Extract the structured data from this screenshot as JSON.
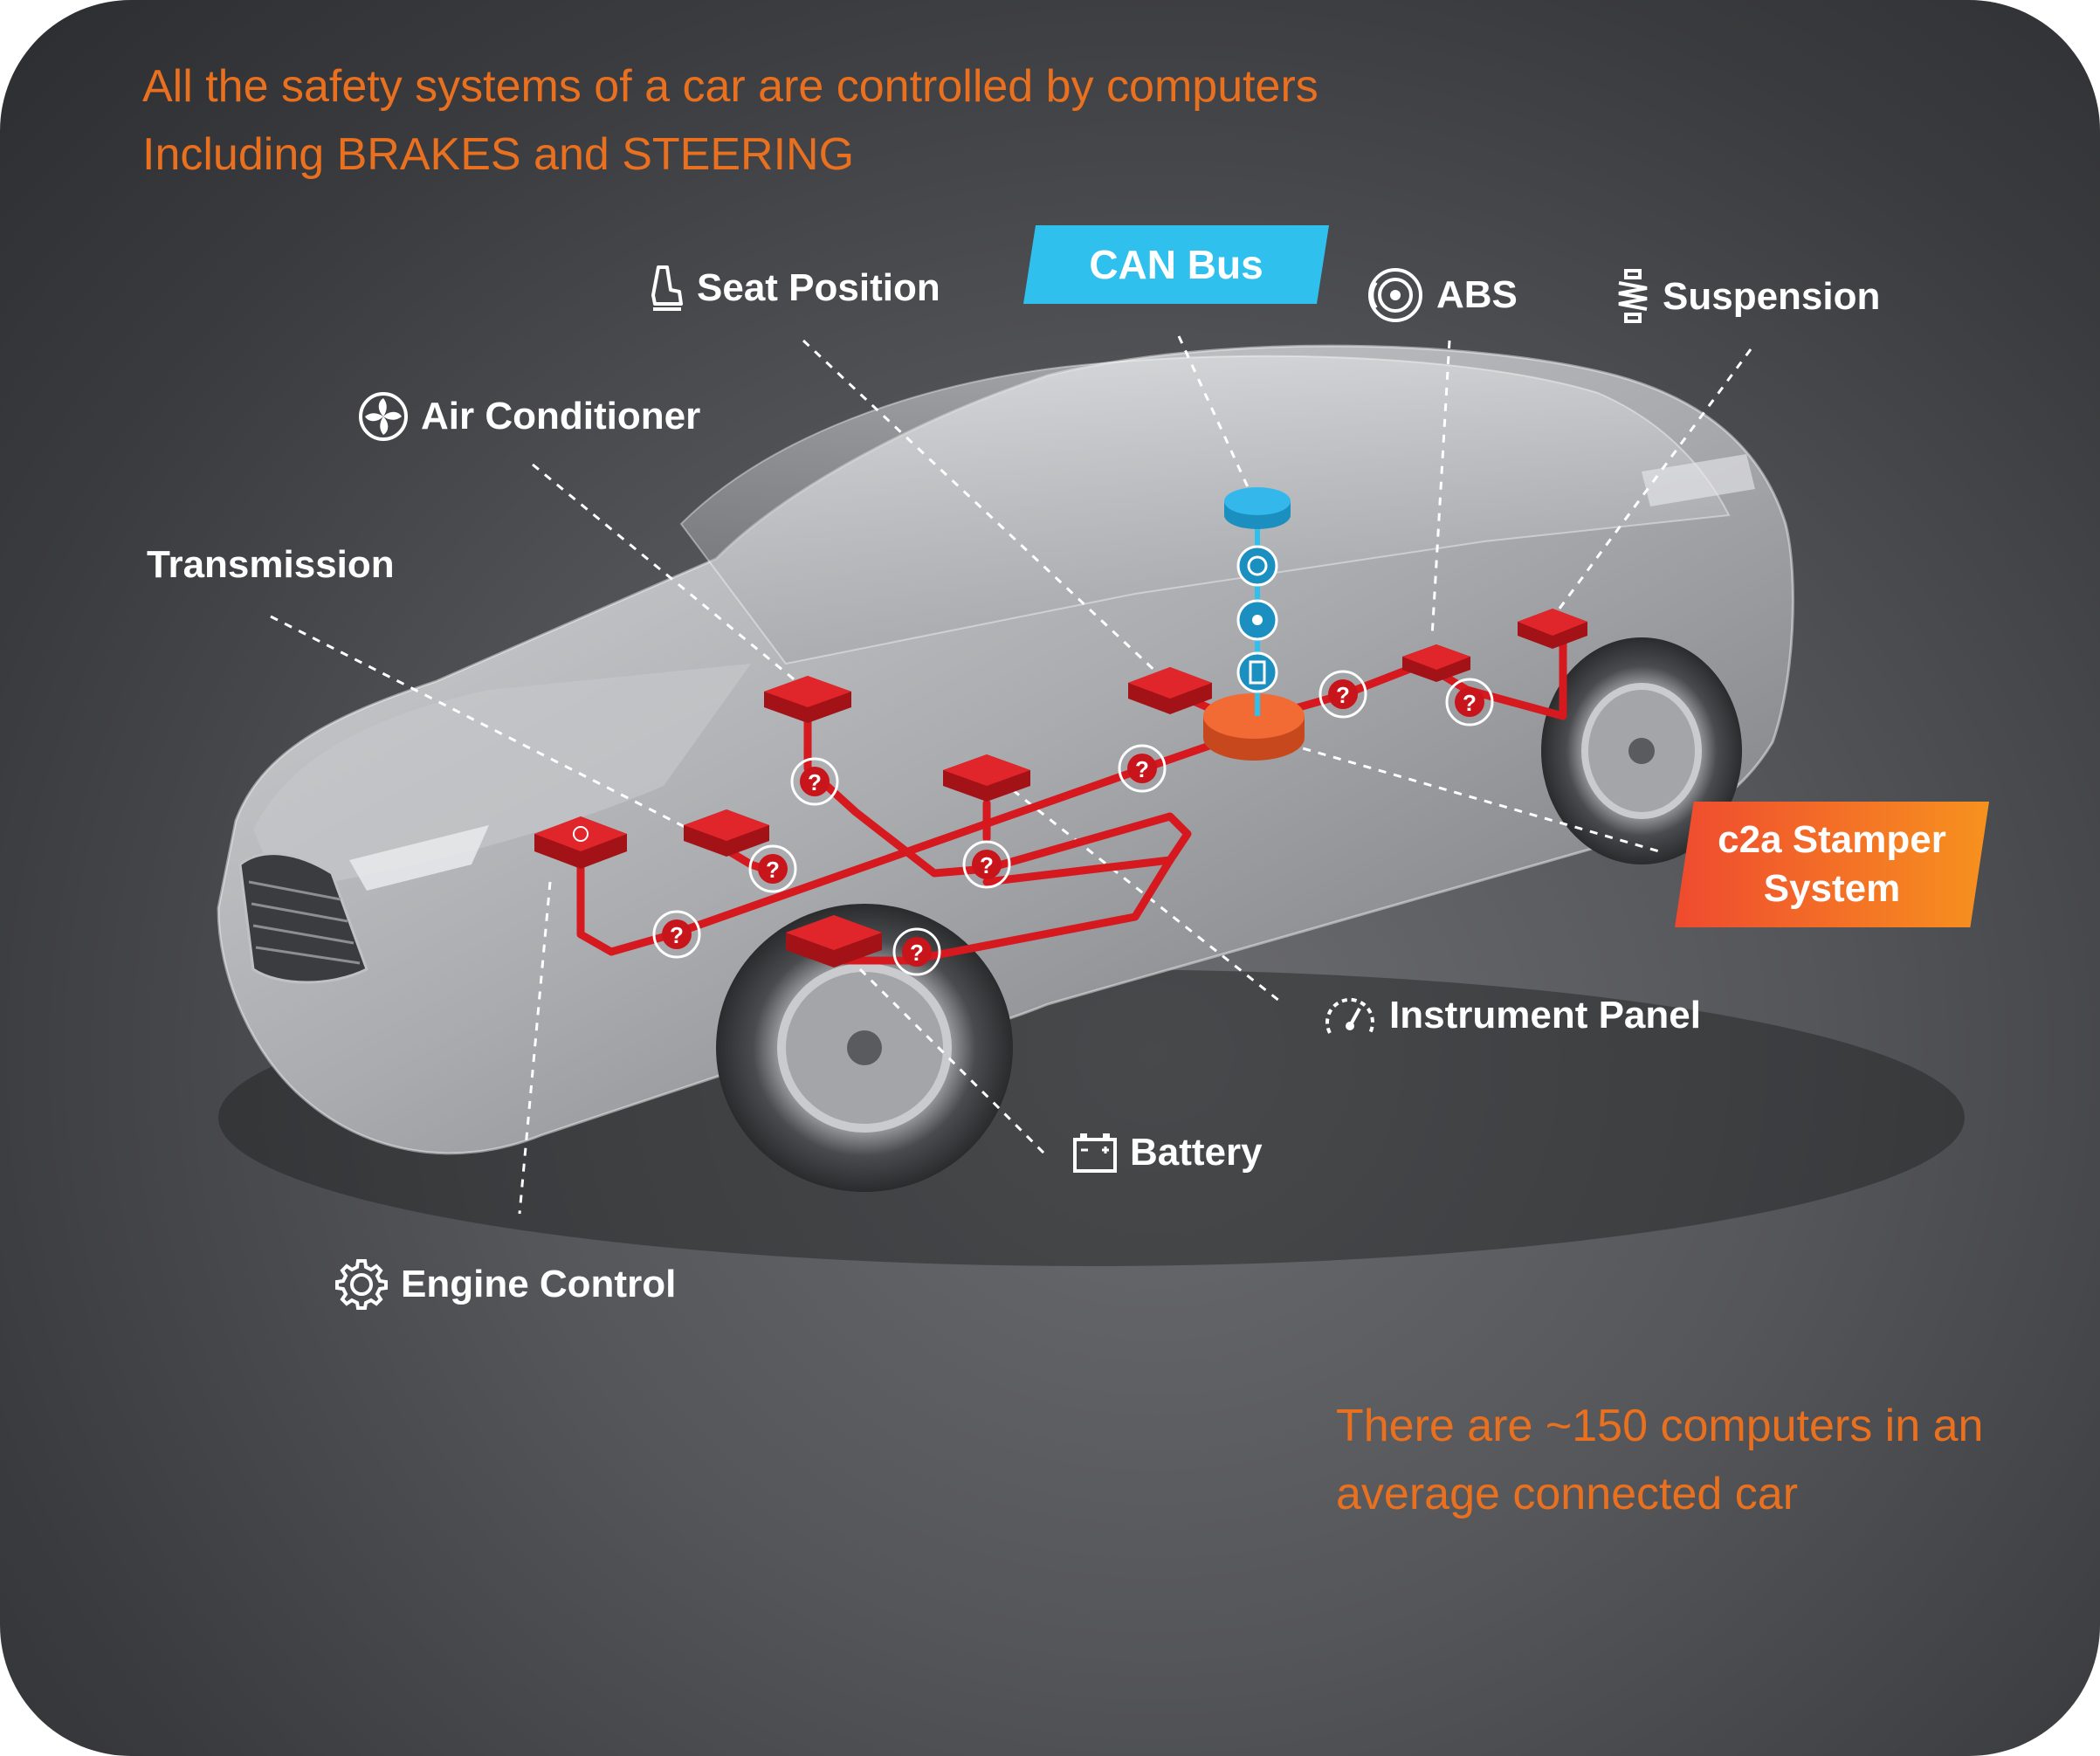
{
  "captions": {
    "top_line1": "All the safety systems of a car are controlled by computers",
    "top_line2": "Including BRAKES and STEERING",
    "bottom_line1": "There are ~150 computers in an",
    "bottom_line2": "average connected car"
  },
  "hub_labels": {
    "can_bus": "CAN Bus",
    "stamper_line1": "c2a Stamper",
    "stamper_line2": "System"
  },
  "components": {
    "seat_position": "Seat Position",
    "abs": "ABS",
    "suspension": "Suspension",
    "air_conditioner": "Air Conditioner",
    "transmission": "Transmission",
    "instrument_panel": "Instrument Panel",
    "battery": "Battery",
    "engine_control": "Engine Control"
  },
  "unknown_node_glyph": "?",
  "colors": {
    "caption": "#e8701f",
    "can_bus": "#2fc0ee",
    "stamper": "#f7921e",
    "ecu": "#d6191f",
    "wire": "#d6191f",
    "hub": "#f26b35"
  }
}
